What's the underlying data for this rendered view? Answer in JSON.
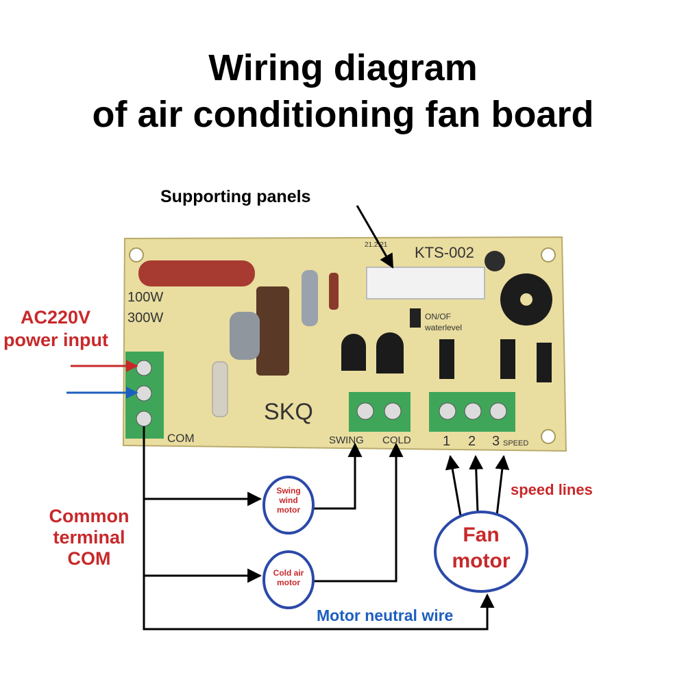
{
  "title": {
    "line1": "Wiring diagram",
    "line2": "of air conditioning fan board"
  },
  "labels": {
    "supporting_panels": "Supporting panels",
    "ac_input_line1": "AC220V",
    "ac_input_line2": "power input",
    "common_line1": "Common",
    "common_line2": "terminal",
    "common_line3": "COM",
    "speed_lines": "speed lines",
    "neutral_wire": "Motor neutral wire"
  },
  "motors": {
    "swing_line1": "Swing",
    "swing_line2": "wind",
    "swing_line3": "motor",
    "cold_line1": "Cold air",
    "cold_line2": "motor",
    "fan_line1": "Fan",
    "fan_line2": "motor"
  },
  "board": {
    "model": "KTS-002",
    "brand": "SKQ",
    "w100": "100W",
    "w300": "300W",
    "com": "COM",
    "swing": "SWING",
    "cold": "COLD",
    "s1": "1",
    "s2": "2",
    "s3": "3",
    "speed": "SPEED",
    "onof": "ON/OF",
    "waterlevel": "waterlevel",
    "date": "21.2.21"
  },
  "colors": {
    "board": "#e9dda0",
    "terminal": "#3fa659",
    "red_label": "#c8282a",
    "blue_label": "#1d5fbf",
    "motor_circle": "#2b49a8"
  }
}
